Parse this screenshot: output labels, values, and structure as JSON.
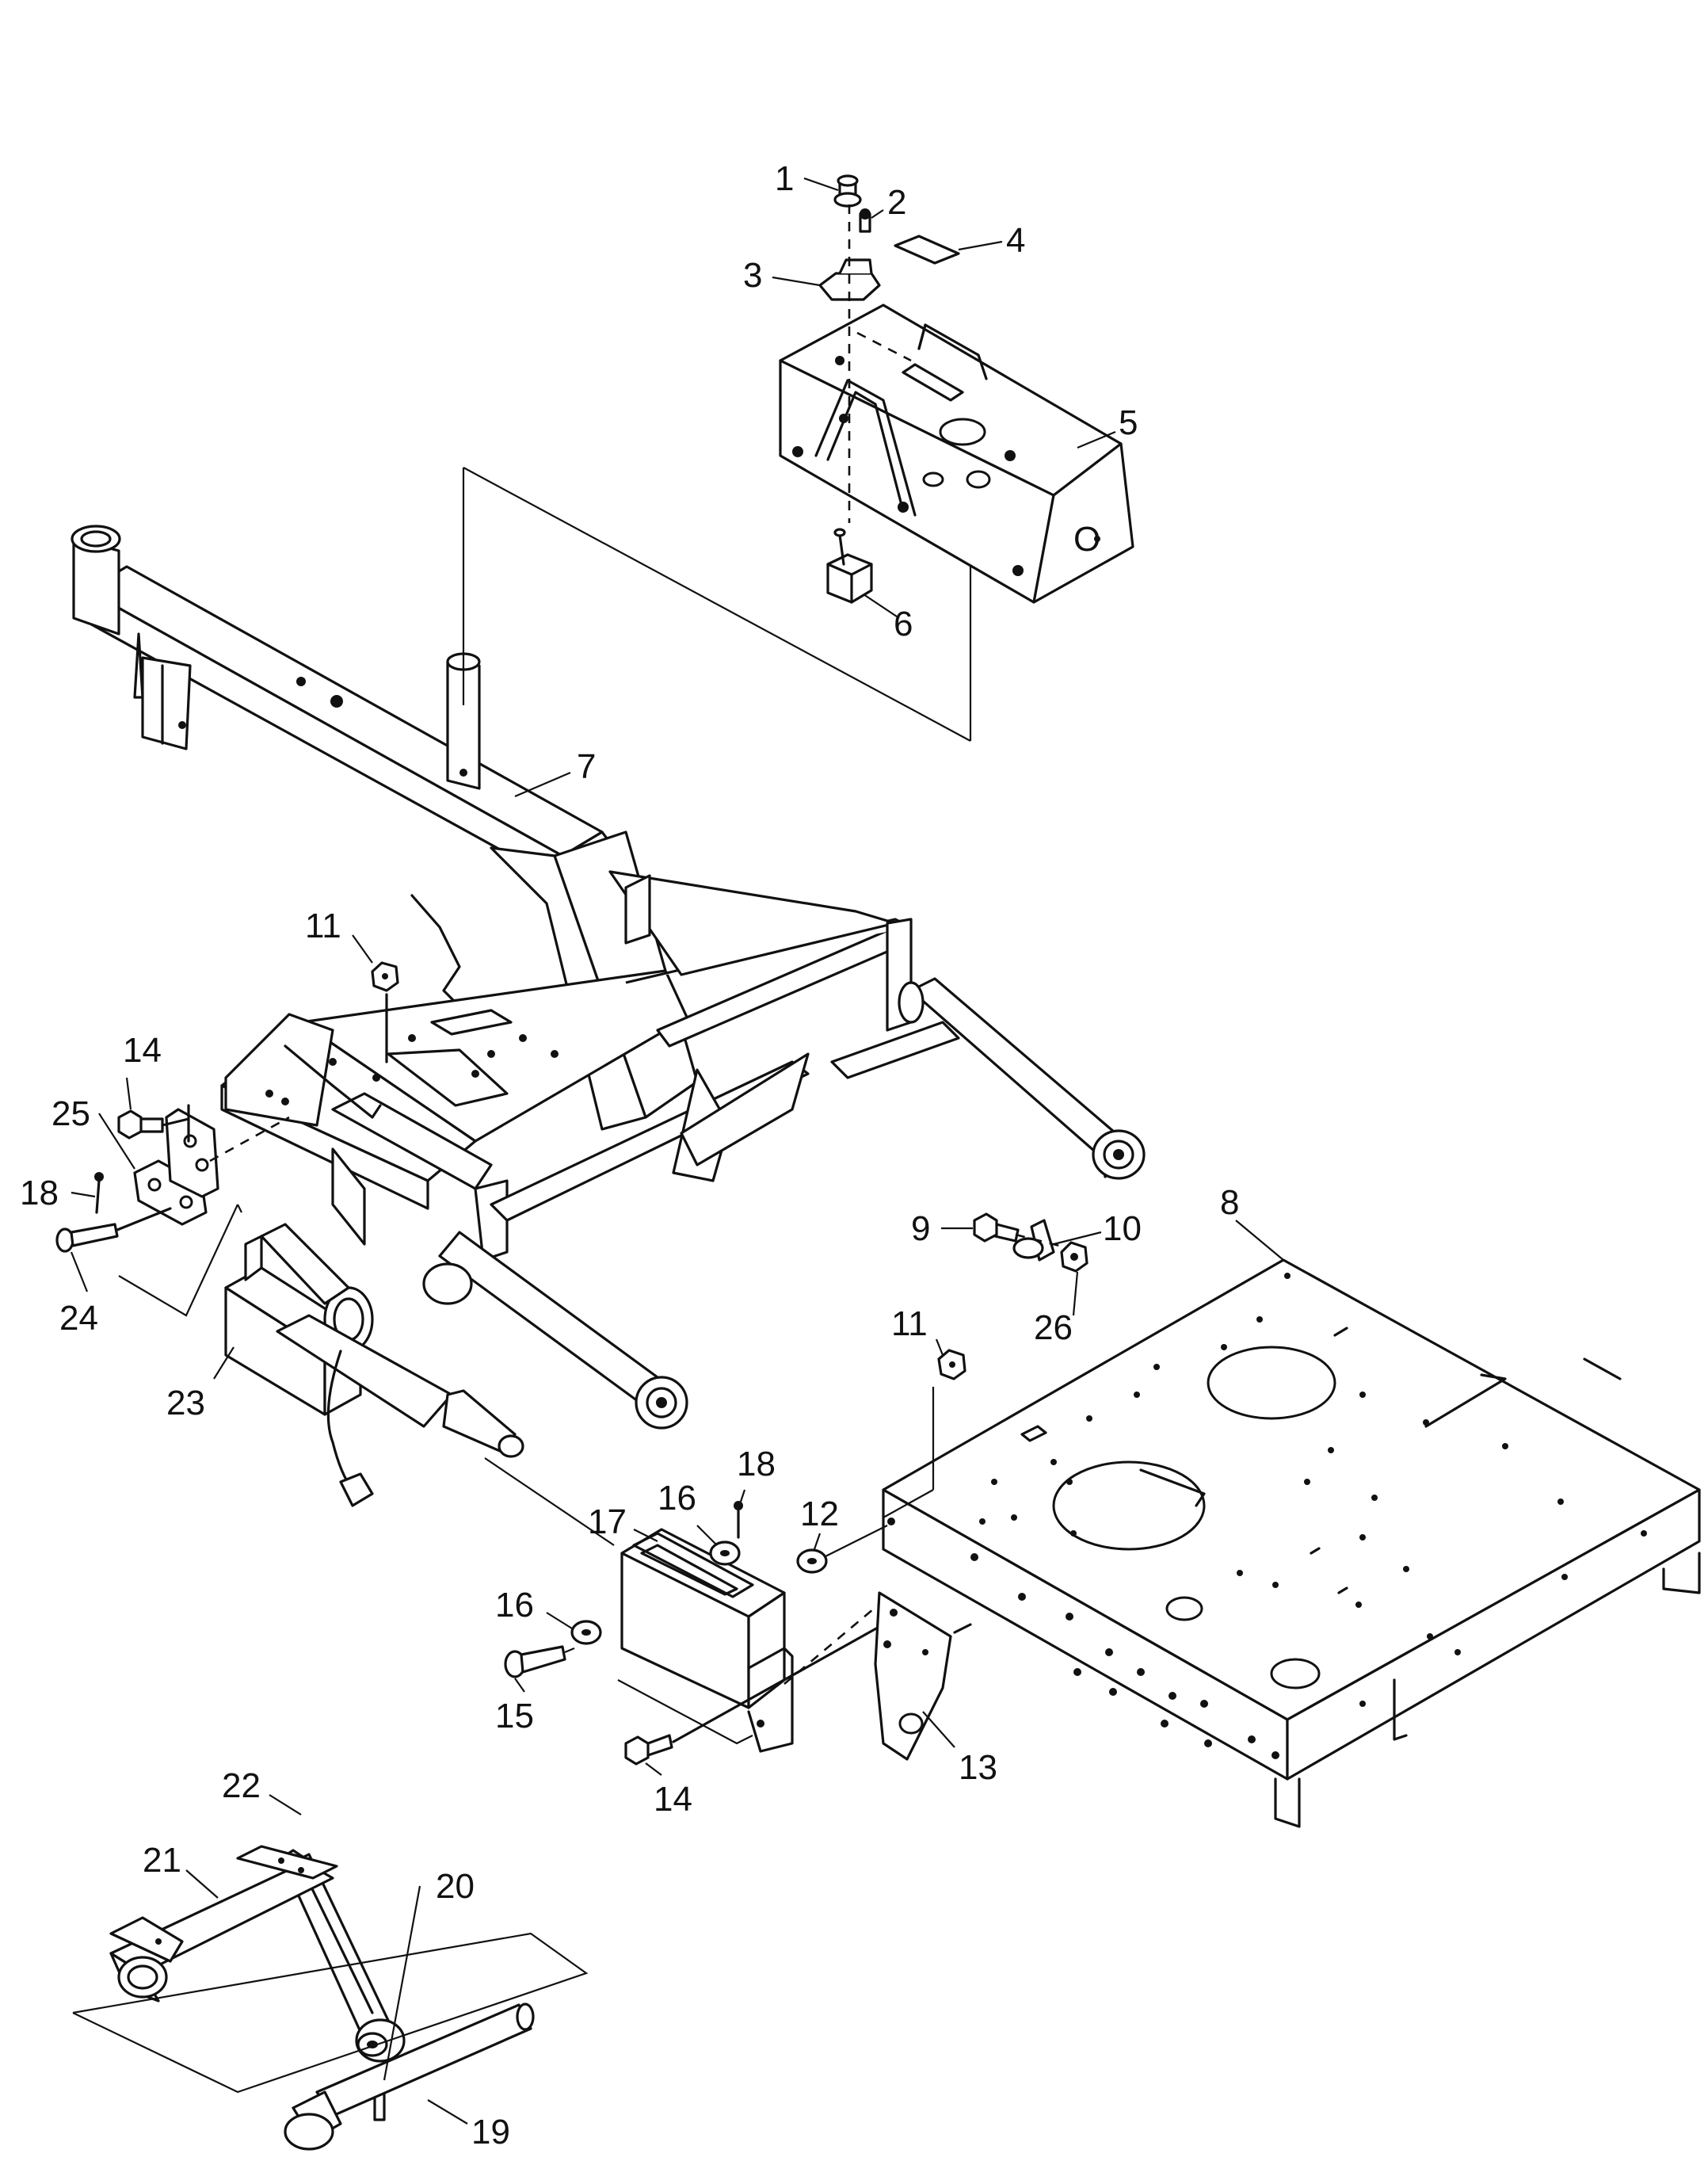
{
  "callouts": [
    {
      "id": "1",
      "label": "1"
    },
    {
      "id": "2",
      "label": "2"
    },
    {
      "id": "3",
      "label": "3"
    },
    {
      "id": "4",
      "label": "4"
    },
    {
      "id": "5",
      "label": "5"
    },
    {
      "id": "6",
      "label": "6"
    },
    {
      "id": "7",
      "label": "7"
    },
    {
      "id": "8",
      "label": "8"
    },
    {
      "id": "9",
      "label": "9"
    },
    {
      "id": "10",
      "label": "10"
    },
    {
      "id": "11a",
      "label": "11"
    },
    {
      "id": "11b",
      "label": "11"
    },
    {
      "id": "12",
      "label": "12"
    },
    {
      "id": "13",
      "label": "13"
    },
    {
      "id": "14a",
      "label": "14"
    },
    {
      "id": "14b",
      "label": "14"
    },
    {
      "id": "15",
      "label": "15"
    },
    {
      "id": "16a",
      "label": "16"
    },
    {
      "id": "16b",
      "label": "16"
    },
    {
      "id": "17",
      "label": "17"
    },
    {
      "id": "18a",
      "label": "18"
    },
    {
      "id": "18b",
      "label": "18"
    },
    {
      "id": "19",
      "label": "19"
    },
    {
      "id": "20",
      "label": "20"
    },
    {
      "id": "21",
      "label": "21"
    },
    {
      "id": "22",
      "label": "22"
    },
    {
      "id": "23",
      "label": "23"
    },
    {
      "id": "24",
      "label": "24"
    },
    {
      "id": "25",
      "label": "25"
    },
    {
      "id": "26",
      "label": "26"
    }
  ]
}
